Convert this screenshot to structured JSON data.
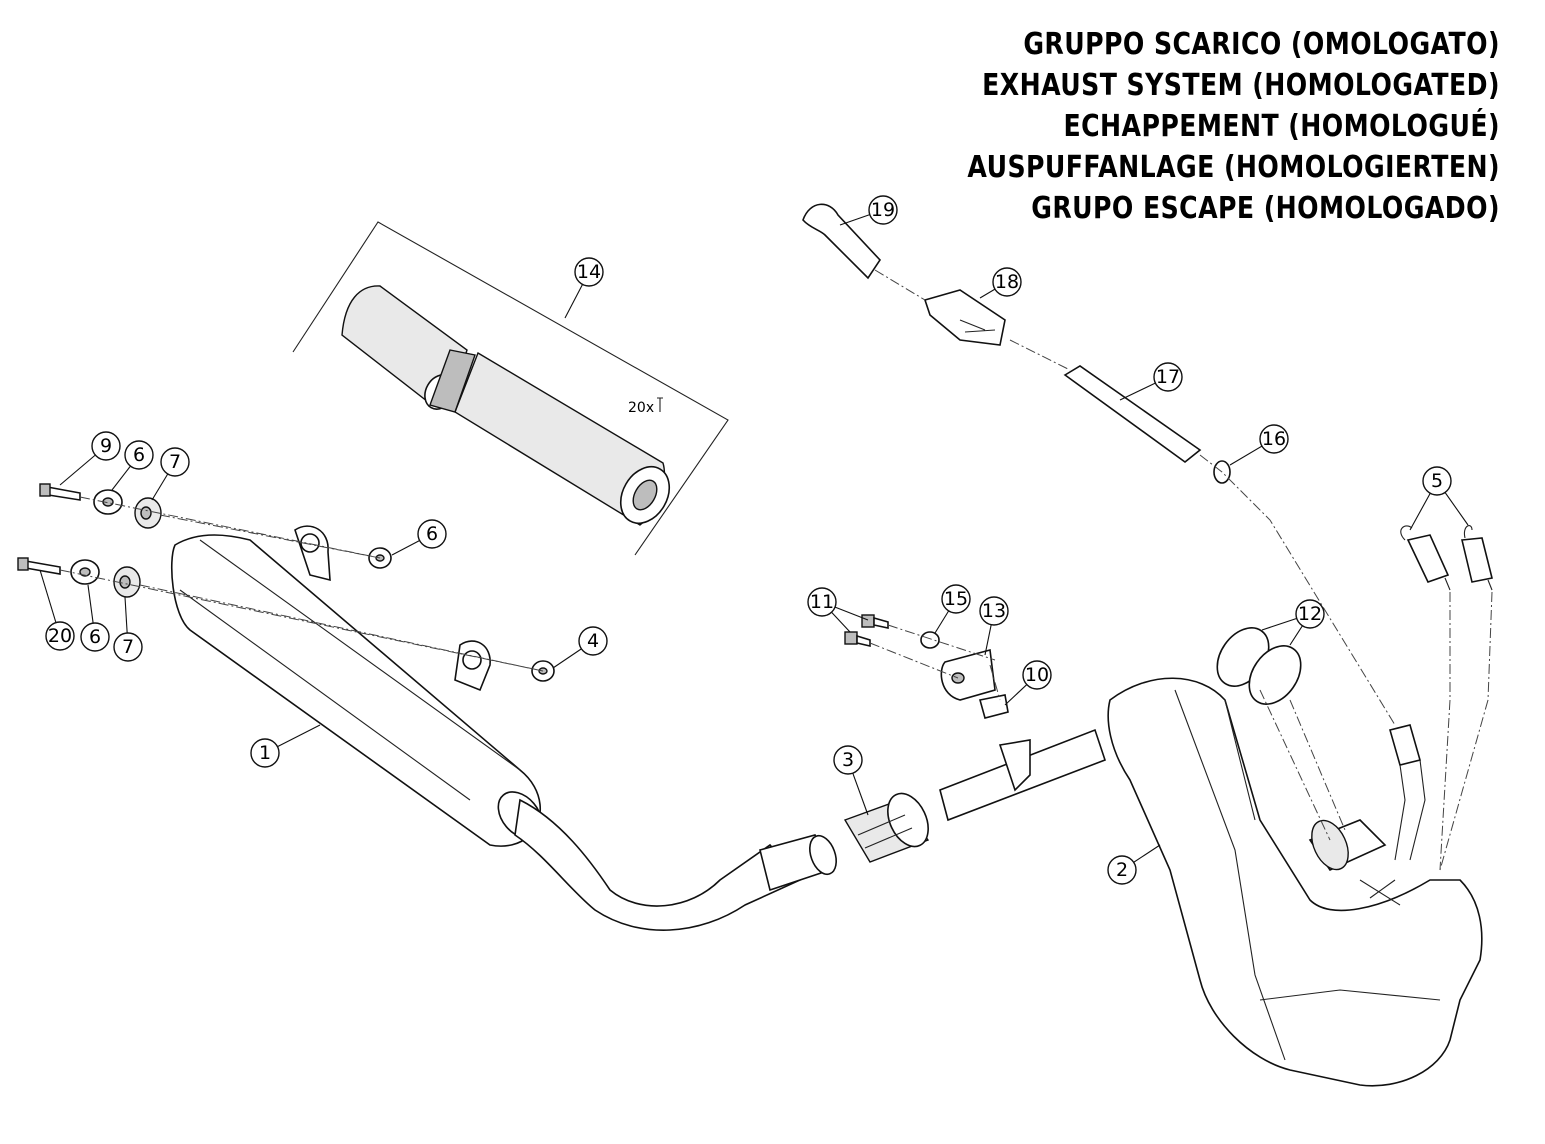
{
  "titles": [
    "GRUPPO SCARICO (OMOLOGATO)",
    "EXHAUST SYSTEM (HOMOLOGATED)",
    "ECHAPPEMENT (HOMOLOGUÉ)",
    "AUSPUFFANLAGE (HOMOLOGIERTEN)",
    "GRUPO ESCAPE (HOMOLOGADO)"
  ],
  "callouts": [
    "1",
    "2",
    "3",
    "4",
    "5",
    "6",
    "6",
    "6",
    "7",
    "7",
    "9",
    "10",
    "11",
    "12",
    "13",
    "14",
    "15",
    "16",
    "17",
    "18",
    "19",
    "20"
  ],
  "kit_quantity": "20x"
}
